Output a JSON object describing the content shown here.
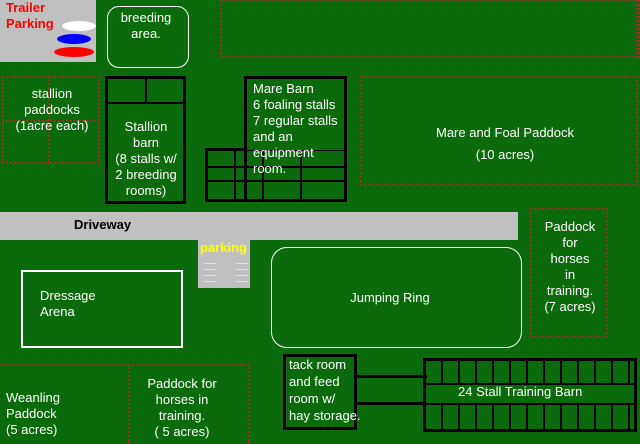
{
  "labels": {
    "trailer_parking": "Trailer\nParking",
    "breeding_area": "breeding\narea.",
    "stallion_paddocks": "stallion\npaddocks\n(1acre each)",
    "stallion_barn": "Stallion\nbarn\n(8 stalls w/\n2 breeding\nrooms)",
    "mare_barn": "Mare Barn\n6 foaling stalls\n7 regular stalls\nand an\nequipment\nroom.",
    "mare_foal_paddock": "Mare and Foal Paddock\n(10 acres)",
    "driveway": "Driveway",
    "parking": "parking",
    "paddock_training_right": "Paddock\nfor\nhorses\nin\ntraining.\n(7 acres)",
    "dressage_arena": "Dressage\n        Arena",
    "jumping_ring": "Jumping Ring",
    "weanling_paddock": "Weanling\n   Paddock\n(5 acres)",
    "paddock_training_bottom": "Paddock for\nhorses in\ntraining.\n( 5 acres)",
    "tack_room": "tack room\nand feed\nroom w/\nhay storage.",
    "training_barn": "24 Stall Training Barn"
  },
  "colors": {
    "grass": "#0b6a0b",
    "fence": "#a52a2a",
    "driveway": "#c0c0c0",
    "trailer_label": "#ff0000",
    "parking_label": "#ffff00"
  }
}
